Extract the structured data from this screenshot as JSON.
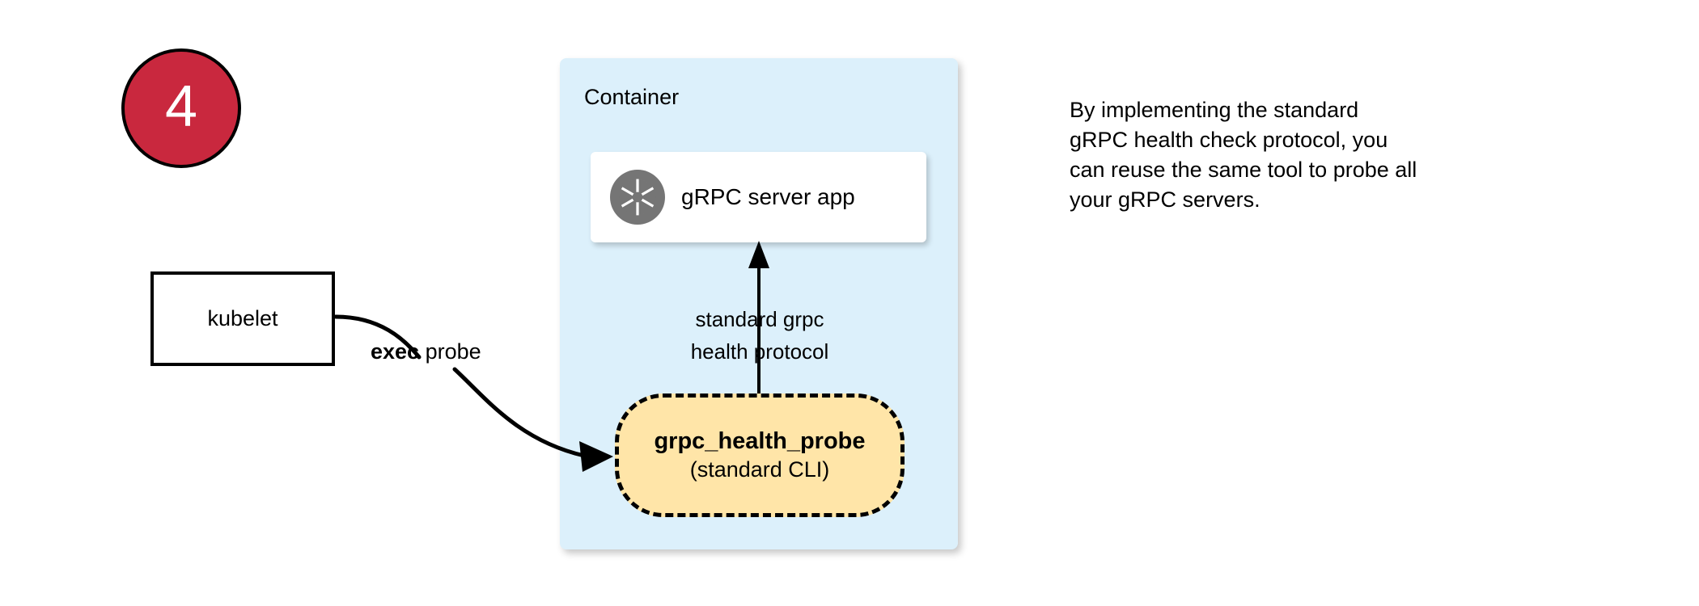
{
  "step": {
    "number": "4",
    "badge_fill": "#c9283e",
    "badge_border": "#000000",
    "number_color": "#ffffff"
  },
  "container": {
    "label": "Container",
    "fill": "#dcf0fb"
  },
  "grpc_app": {
    "label": "gRPC server app",
    "icon": "aperture-icon",
    "icon_color": "#757575",
    "fill": "#ffffff"
  },
  "kubelet": {
    "label": "kubelet",
    "fill": "#ffffff",
    "border": "#000000"
  },
  "edges": {
    "exec_probe_bold": "exec",
    "exec_probe_rest": " probe",
    "protocol_line1": "standard grpc",
    "protocol_line2": "health protocol"
  },
  "health_probe": {
    "title": "grpc_health_probe",
    "subtitle": "(standard CLI)",
    "fill": "#ffe5a8",
    "border": "#000000"
  },
  "note": {
    "line1": "By implementing the standard",
    "line2": "gRPC health check protocol, you",
    "line3": "can reuse the same tool to probe all",
    "line4": "your gRPC servers."
  }
}
